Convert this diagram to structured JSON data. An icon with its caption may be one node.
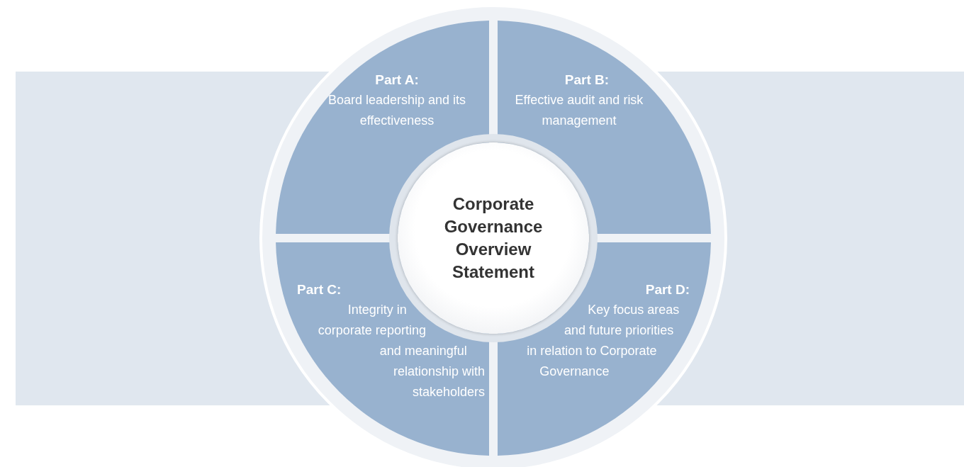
{
  "diagram": {
    "nodes": [
      {
        "text": [
          "Part A:",
          "Board leadership and its effectiveness"
        ]
      },
      {
        "text": [
          "Part B:",
          "Effective audit and risk management"
        ]
      },
      {
        "text": [
          "Part C:",
          "Integrity in corporate reporting and meaningful relationship with stakeholders"
        ]
      },
      {
        "text": [
          "Part D:",
          "Key focus areas and future priorities in relation to Corporate Governance"
        ]
      },
      {
        "text": [
          "Corporate Governance Overview Statement"
        ]
      }
    ]
  }
}
